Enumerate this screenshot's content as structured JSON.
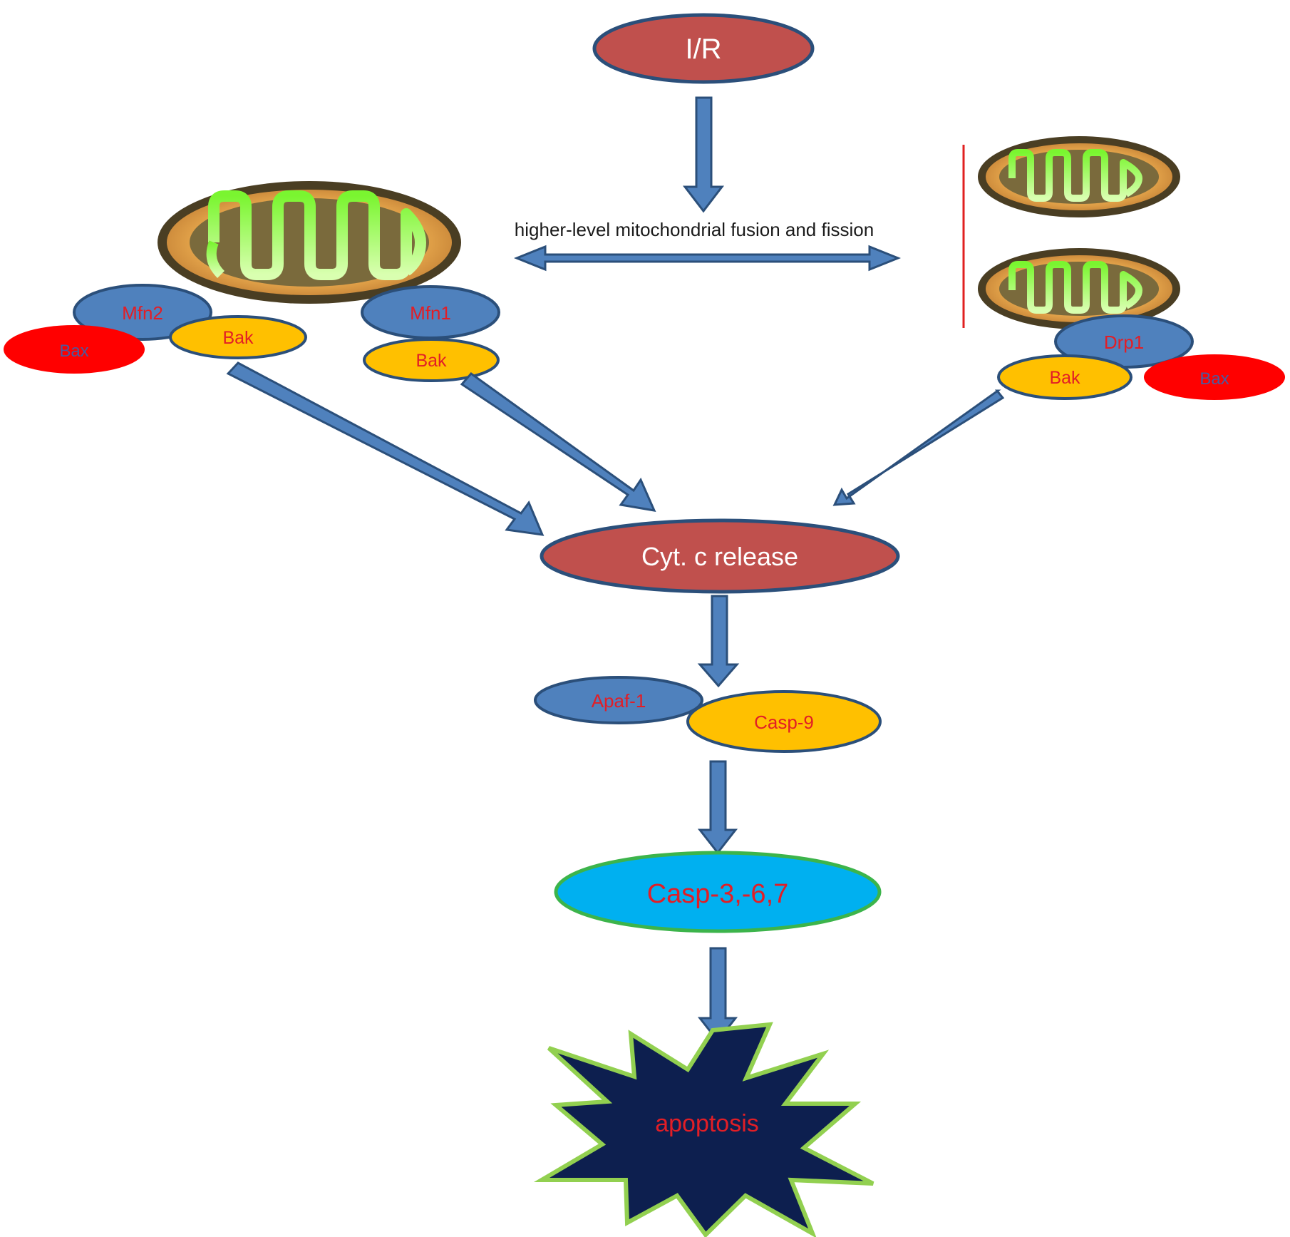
{
  "nodes": {
    "ir": "I/R",
    "fusion_fission": "higher-level mitochondrial fusion and fission",
    "mfn2": "Mfn2",
    "bax_left": "Bax",
    "bak_left": "Bak",
    "mfn1": "Mfn1",
    "bak_mid": "Bak",
    "drp1": "Drp1",
    "bak_right": "Bak",
    "bax_right": "Bax",
    "cytc": "Cyt. c release",
    "apaf1": "Apaf-1",
    "casp9": "Casp-9",
    "casp367": "Casp-3,-6,7",
    "apoptosis": "apoptosis"
  },
  "colors": {
    "arrow_fill": "#4f81bd",
    "arrow_stroke": "#2b4f7a",
    "ir_node": "#c0504d",
    "protein_blue": "#4f81bd",
    "protein_yellow": "#ffc000",
    "protein_red": "#ff0000",
    "casp_cyan": "#00b0f0",
    "casp_border": "#3cb44b",
    "apoptosis_star": "#0d1f4f",
    "apoptosis_border": "#92d050",
    "label_red": "#e21e26",
    "mito_outer": "#4a3e23",
    "mito_matrix": "#7a6a3c",
    "mito_cristae": "#8cf23c",
    "separator_line": "#e02020"
  },
  "icons": [
    "mitochondrion-large-icon",
    "mitochondrion-small-icon",
    "apoptosis-starburst-icon"
  ]
}
